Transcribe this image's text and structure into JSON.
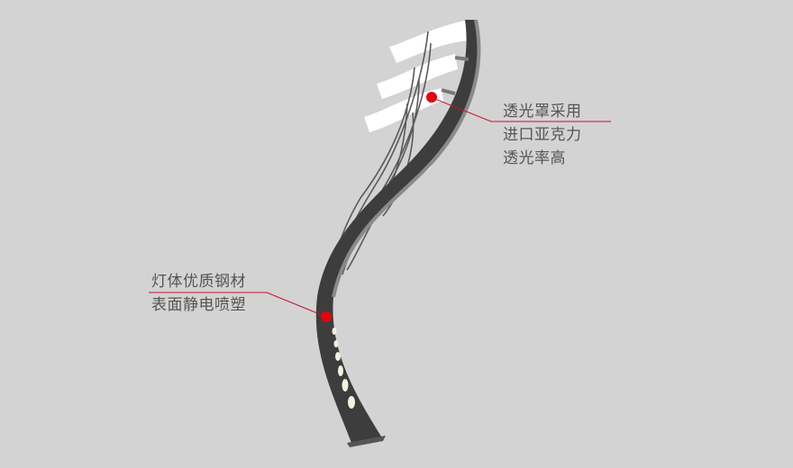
{
  "annotations": {
    "shade": {
      "lines": [
        "透光罩采用",
        "进口亚克力",
        "透光率高"
      ]
    },
    "body": {
      "lines": [
        "灯体优质钢材",
        "表面静电喷塑"
      ]
    }
  },
  "colors": {
    "background": "#d3d3d3",
    "marker": "#e8000e",
    "leader_line": "#c8102e",
    "text": "#555555"
  }
}
